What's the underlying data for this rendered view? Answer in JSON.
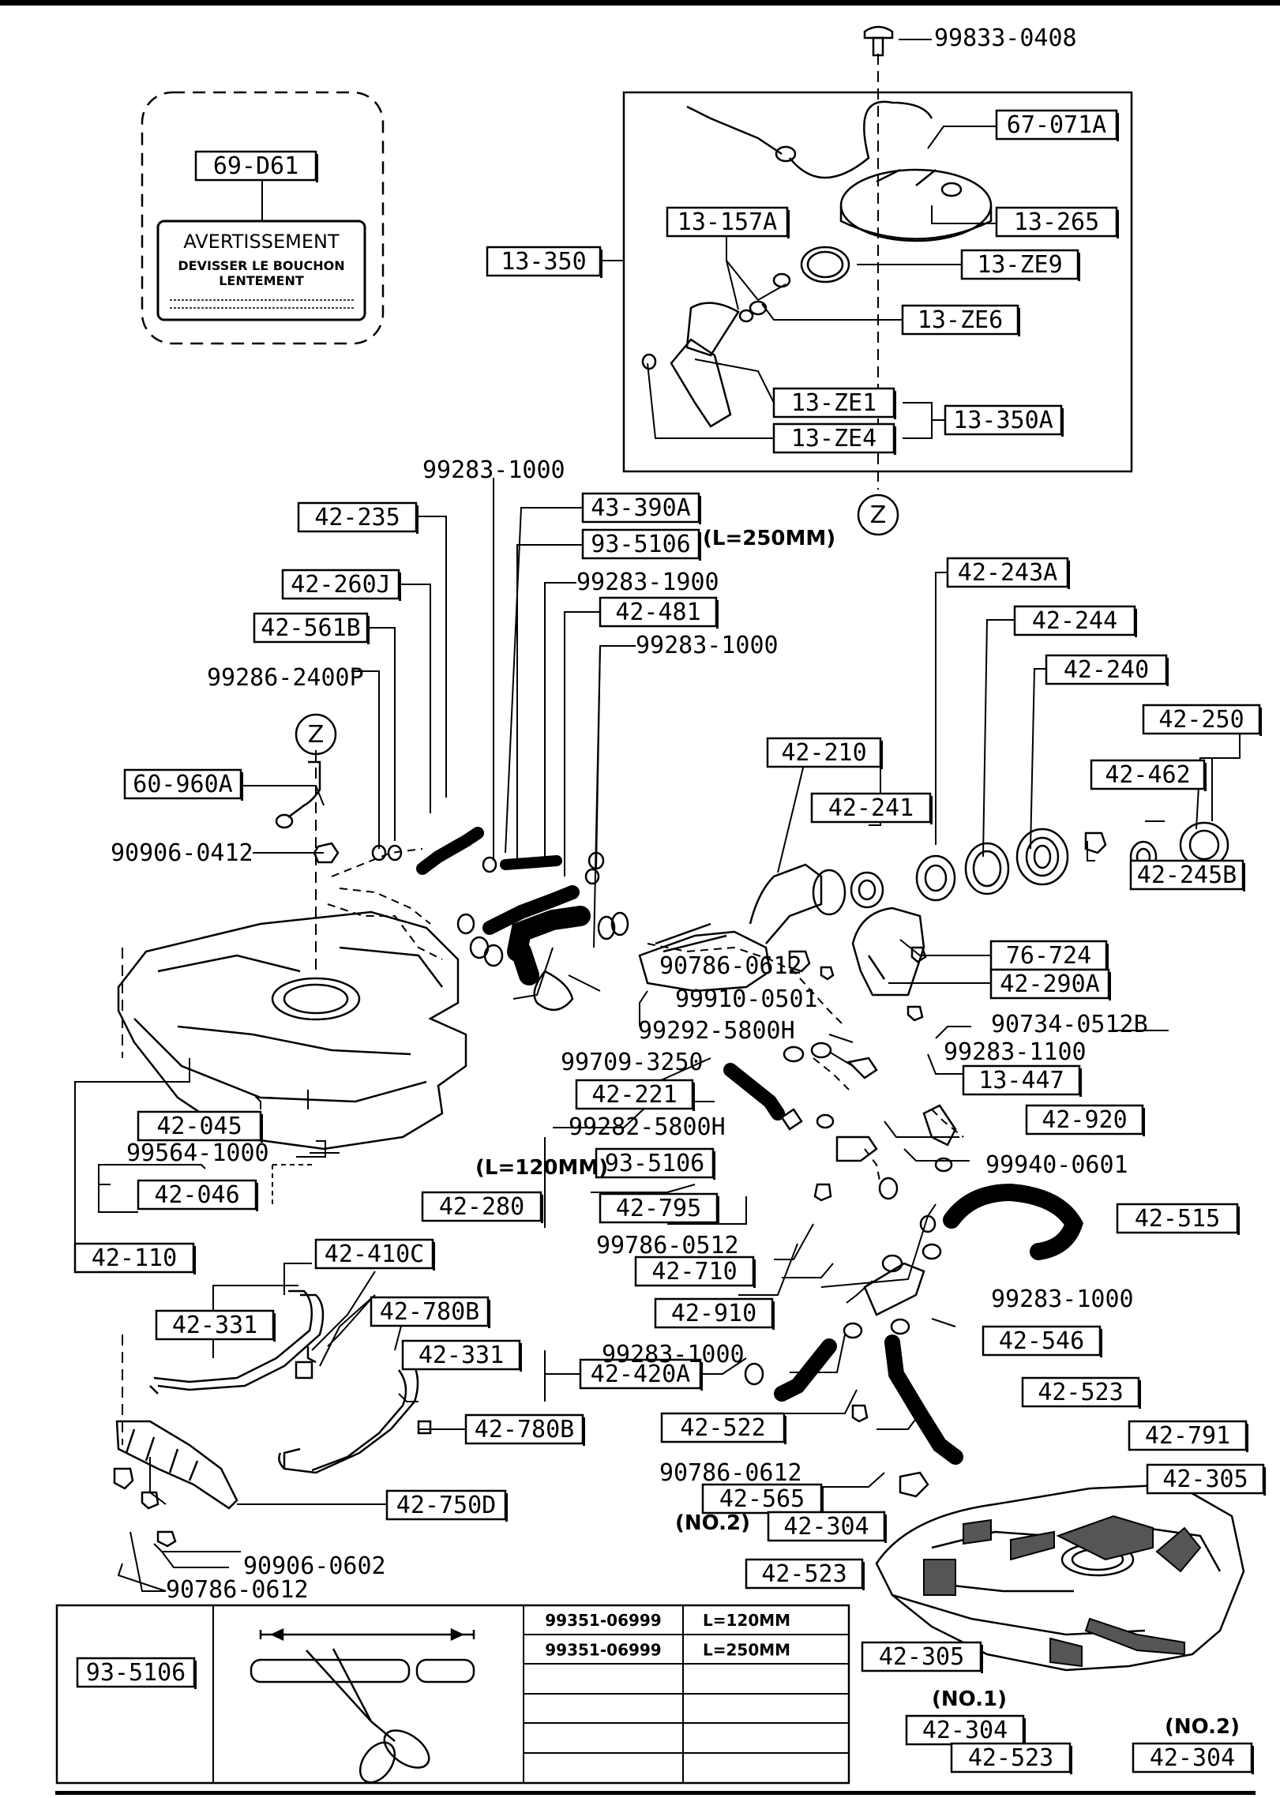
{
  "warning_label": {
    "code": "69-D61",
    "title": "AVERTISSEMENT",
    "line1": "DEVISSER LE BOUCHON",
    "line2": "LENTEMENT"
  },
  "z_marker": "Z",
  "boxed_labels": [
    {
      "id": "67-071A"
    },
    {
      "id": "13-265"
    },
    {
      "id": "13-157A"
    },
    {
      "id": "13-350"
    },
    {
      "id": "13-ZE9"
    },
    {
      "id": "13-ZE6"
    },
    {
      "id": "13-ZE1"
    },
    {
      "id": "13-350A"
    },
    {
      "id": "13-ZE4"
    },
    {
      "id": "42-235"
    },
    {
      "id": "43-390A"
    },
    {
      "id": "93-5106"
    },
    {
      "id": "42-260J"
    },
    {
      "id": "42-481"
    },
    {
      "id": "42-561B"
    },
    {
      "id": "42-243A"
    },
    {
      "id": "42-244"
    },
    {
      "id": "42-240"
    },
    {
      "id": "42-250"
    },
    {
      "id": "42-462"
    },
    {
      "id": "42-210"
    },
    {
      "id": "42-241"
    },
    {
      "id": "60-960A"
    },
    {
      "id": "42-245B"
    },
    {
      "id": "76-724"
    },
    {
      "id": "42-290A"
    },
    {
      "id": "42-221"
    },
    {
      "id": "13-447"
    },
    {
      "id": "42-045"
    },
    {
      "id": "42-920"
    },
    {
      "id": "93-5106"
    },
    {
      "id": "42-046"
    },
    {
      "id": "42-280"
    },
    {
      "id": "42-795"
    },
    {
      "id": "42-515"
    },
    {
      "id": "42-110"
    },
    {
      "id": "42-410C"
    },
    {
      "id": "42-710"
    },
    {
      "id": "42-331"
    },
    {
      "id": "42-780B"
    },
    {
      "id": "42-910"
    },
    {
      "id": "42-331"
    },
    {
      "id": "42-546"
    },
    {
      "id": "42-420A"
    },
    {
      "id": "42-522"
    },
    {
      "id": "42-780B"
    },
    {
      "id": "42-523"
    },
    {
      "id": "42-791"
    },
    {
      "id": "42-565"
    },
    {
      "id": "42-750D"
    },
    {
      "id": "42-305"
    },
    {
      "id": "42-304"
    },
    {
      "id": "42-523"
    },
    {
      "id": "42-305"
    },
    {
      "id": "42-304"
    },
    {
      "id": "42-523"
    },
    {
      "id": "42-304"
    }
  ],
  "plain_labels": [
    {
      "text": "99833-0408"
    },
    {
      "text": "99283-1000"
    },
    {
      "text": "(L=250MM)"
    },
    {
      "text": "99283-1900"
    },
    {
      "text": "99283-1000"
    },
    {
      "text": "99286-2400P"
    },
    {
      "text": "90906-0412"
    },
    {
      "text": "90786-0612"
    },
    {
      "text": "99910-0501"
    },
    {
      "text": "90734-0512B"
    },
    {
      "text": "99292-5800H"
    },
    {
      "text": "99709-3250"
    },
    {
      "text": "99283-1100"
    },
    {
      "text": "99282-5800H"
    },
    {
      "text": "99564-1000"
    },
    {
      "text": "(L=120MM)"
    },
    {
      "text": "99940-0601"
    },
    {
      "text": "99786-0512"
    },
    {
      "text": "99283-1000"
    },
    {
      "text": "99283-1000"
    },
    {
      "text": "90786-0612"
    },
    {
      "text": "(NO.2)"
    },
    {
      "text": "90906-0602"
    },
    {
      "text": "90786-0612"
    },
    {
      "text": "(NO.1)"
    },
    {
      "text": "(NO.2)"
    }
  ],
  "hose_table": {
    "code": "93-5106",
    "rows": [
      {
        "part": "99351-06999",
        "length": "L=120MM"
      },
      {
        "part": "99351-06999",
        "length": "L=250MM"
      },
      {
        "part": "",
        "length": ""
      },
      {
        "part": "",
        "length": ""
      },
      {
        "part": "",
        "length": ""
      },
      {
        "part": "",
        "length": ""
      }
    ]
  }
}
